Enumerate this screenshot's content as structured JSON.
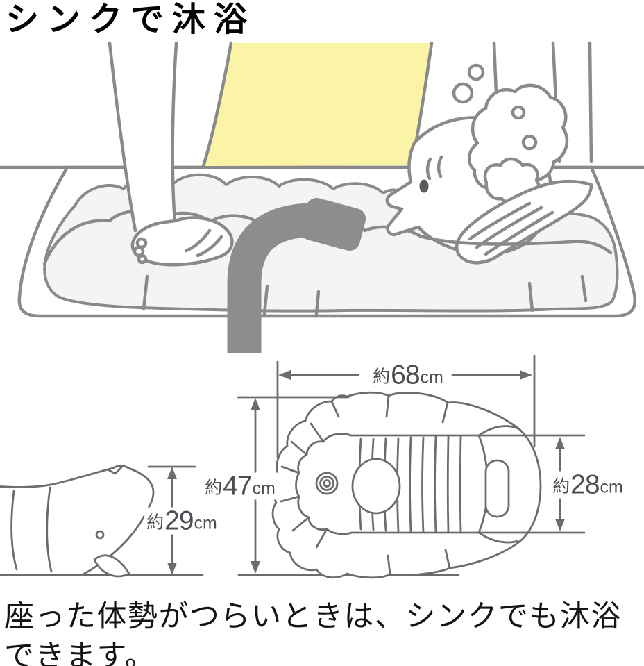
{
  "title": "シンクで沐浴",
  "caption": {
    "line1": "座った体勢がつらいときは、シンクでも沐浴",
    "line2": "できます。"
  },
  "dimensions": {
    "overall_width": {
      "approx": "約",
      "value": "68",
      "unit": "cm"
    },
    "overall_depth": {
      "approx": "約",
      "value": "47",
      "unit": "cm"
    },
    "folded_height": {
      "approx": "約",
      "value": "29",
      "unit": "cm"
    },
    "inner_width": {
      "approx": "約",
      "value": "28",
      "unit": "cm"
    }
  },
  "colors": {
    "outline_gray": "#8a8a8a",
    "faucet_gray": "#8d8d8d",
    "bath_fill": "#f4f4f4",
    "shirt_yellow": "#fbf3a6",
    "dim_line": "#6a6d70",
    "dim_text": "#4b4f54",
    "text_color": "#141414"
  }
}
